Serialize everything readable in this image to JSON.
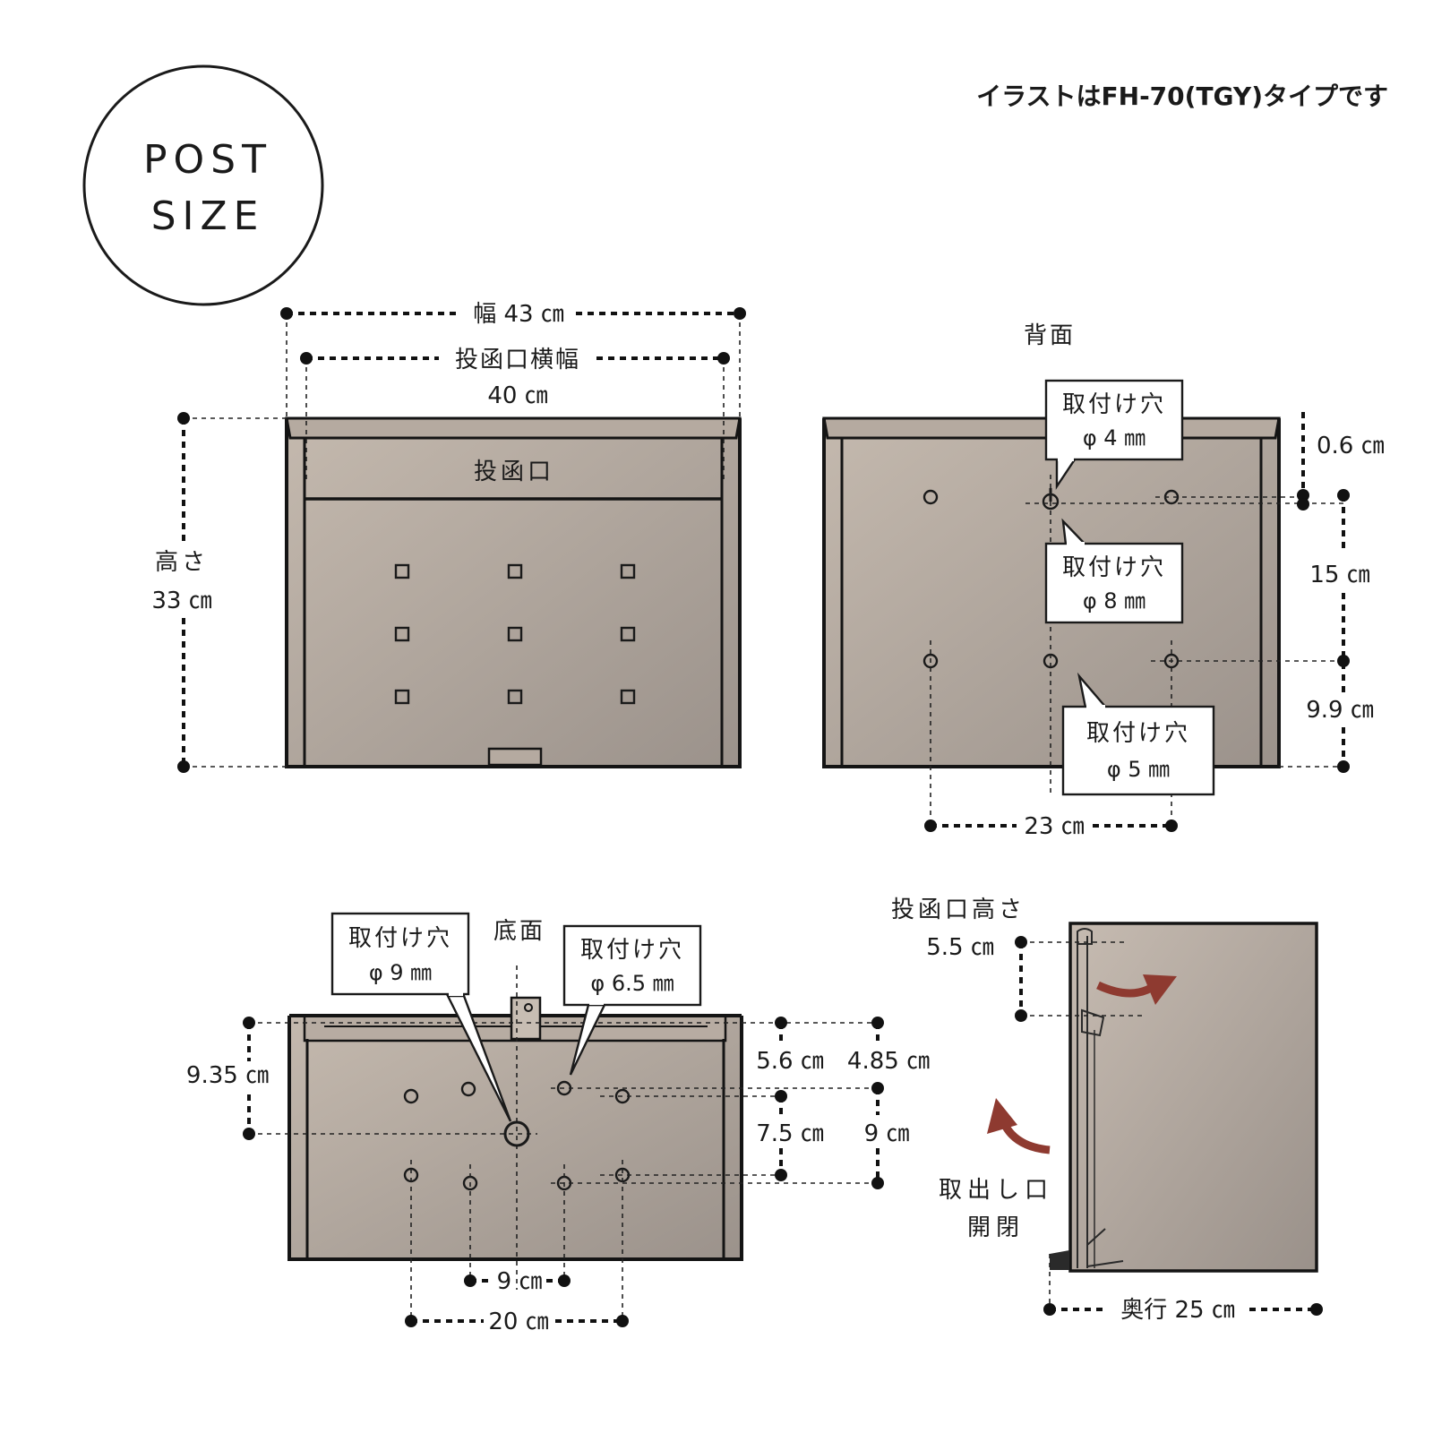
{
  "badge": {
    "line1": "POST",
    "line2": "SIZE"
  },
  "note": "イラストはFH-70(TGY)タイプです",
  "front": {
    "width": "幅 43 ㎝",
    "slot_width_label": "投函口横幅",
    "slot_width_value": "40 ㎝",
    "height_label": "高さ",
    "height_value": "33 ㎝",
    "slot_label": "投函口"
  },
  "back": {
    "title": "背面",
    "hole_label": "取付け穴",
    "hole4": "φ 4 ㎜",
    "hole8": "φ 8 ㎜",
    "hole5": "φ 5 ㎜",
    "d06": "0.6 ㎝",
    "d15": "15 ㎝",
    "d99": "9.9 ㎝",
    "d23": "23 ㎝"
  },
  "bottom": {
    "title": "底面",
    "hole_label": "取付け穴",
    "hole9": "φ 9 ㎜",
    "hole65": "φ 6.5 ㎜",
    "d935": "9.35 ㎝",
    "d56": "5.6 ㎝",
    "d485": "4.85 ㎝",
    "d75": "7.5 ㎝",
    "d9v": "9 ㎝",
    "d9h": "9 ㎝",
    "d20": "20 ㎝"
  },
  "side": {
    "slot_height_label": "投函口高さ",
    "slot_height_value": "5.5 ㎝",
    "open_label1": "取出し口",
    "open_label2": "開閉",
    "depth": "奥行 25 ㎝"
  },
  "colors": {
    "body_light": "#c3b8ad",
    "body_dark": "#9c938c",
    "arrow": "#8e3a30",
    "ink": "#1a1a1a"
  }
}
